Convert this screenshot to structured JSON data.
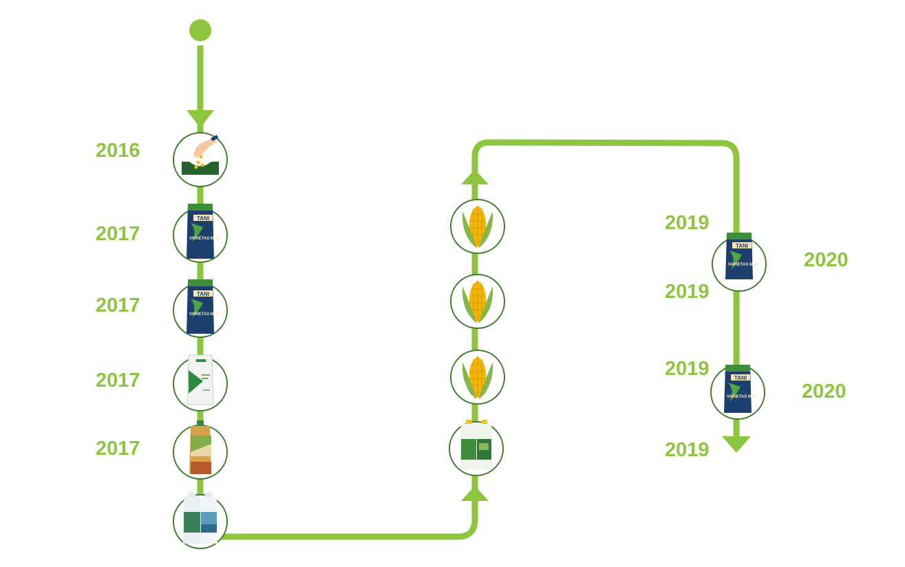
{
  "colors": {
    "accent": "#8cc63f",
    "node_ring": "#3f7d2c",
    "dark_green": "#24622e",
    "bag_navy": "#1d3f6e",
    "corn_yellow": "#f2b707",
    "corn_husk": "#6f9a33"
  },
  "timeline": {
    "nodes": [
      {
        "id": "sowing",
        "icon": "hand-sowing-seeds-icon"
      },
      {
        "id": "bag-1",
        "icon": "seed-bag-icon",
        "text": "TANI",
        "subtext": "VARIETAS M 20"
      },
      {
        "id": "bag-2",
        "icon": "seed-bag-icon",
        "text": "TANI",
        "subtext": "VARIETAS M 40"
      },
      {
        "id": "fertilizer",
        "icon": "white-fertilizer-sack-icon"
      },
      {
        "id": "bottle-1",
        "icon": "liquid-fertilizer-bottle-icon"
      },
      {
        "id": "bottles-2",
        "icon": "liquid-bottles-pair-icon"
      },
      {
        "id": "bottles-3",
        "icon": "liquid-bottles-pair-icon"
      },
      {
        "id": "corn-1",
        "icon": "corn-icon"
      },
      {
        "id": "corn-2",
        "icon": "corn-icon"
      },
      {
        "id": "corn-3",
        "icon": "corn-icon"
      },
      {
        "id": "bag-3",
        "icon": "seed-bag-icon",
        "text": "TANI",
        "subtext": "VARIETAS M 20"
      },
      {
        "id": "bag-4",
        "icon": "seed-bag-icon",
        "text": "TANI",
        "subtext": "VARIETAS M 40"
      }
    ],
    "years": [
      "2016",
      "2017",
      "2017",
      "2017",
      "2017",
      "2019",
      "2019",
      "2019",
      "2019",
      "2020",
      "2020"
    ]
  }
}
